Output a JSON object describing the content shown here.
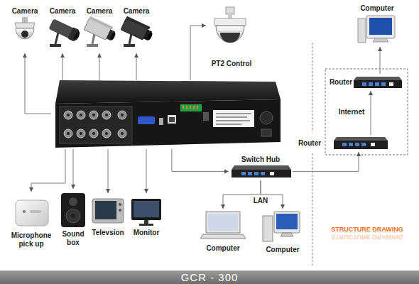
{
  "diagram": {
    "caption": "GCR - 300",
    "nodes": [
      {
        "text": [
          "Camera"
        ]
      },
      {
        "text": [
          "Camera"
        ]
      },
      {
        "text": [
          "Camera"
        ]
      },
      {
        "text": [
          "Camera"
        ]
      },
      {
        "text": [
          "Computer"
        ]
      },
      {
        "text": [
          "PT2 Control"
        ]
      },
      {
        "text": []
      },
      {
        "text": [
          "Router"
        ]
      },
      {
        "text": [
          "Router"
        ]
      },
      {
        "text": [
          "Switch Hub"
        ]
      },
      {
        "text": [
          "Microphone pick up"
        ]
      },
      {
        "text": [
          "Sound box"
        ]
      },
      {
        "text": [
          "Televsion"
        ]
      },
      {
        "text": [
          "Monitor"
        ]
      },
      {
        "text": [
          "Computer"
        ]
      },
      {
        "text": [
          "Computer"
        ]
      }
    ],
    "edges": [
      {
        "from": 6,
        "to": 0,
        "arrow": "to"
      },
      {
        "from": 6,
        "to": 1,
        "arrow": "to"
      },
      {
        "from": 6,
        "to": 2,
        "arrow": "to"
      },
      {
        "from": 6,
        "to": 3,
        "arrow": "to"
      },
      {
        "from": 6,
        "to": 5,
        "arrow": "to"
      },
      {
        "from": 6,
        "to": 10,
        "arrow": "to"
      },
      {
        "from": 6,
        "to": 11,
        "arrow": "to"
      },
      {
        "from": 6,
        "to": 12,
        "arrow": "to"
      },
      {
        "from": 6,
        "to": 13,
        "arrow": "to"
      },
      {
        "from": 6,
        "to": 9,
        "arrow": "to"
      },
      {
        "from": 9,
        "to": 14,
        "label": "LAN",
        "arrow": "to"
      },
      {
        "from": 9,
        "to": 15,
        "arrow": "to"
      },
      {
        "from": 9,
        "to": 8,
        "arrow": "to"
      },
      {
        "from": 8,
        "to": 7,
        "label": "Internet",
        "arrow": "to"
      },
      {
        "from": 7,
        "to": 4,
        "arrow": "to"
      }
    ],
    "labels": [
      "STRUCTURE DRAWING",
      "STRUCTURE DRAWING"
    ]
  }
}
